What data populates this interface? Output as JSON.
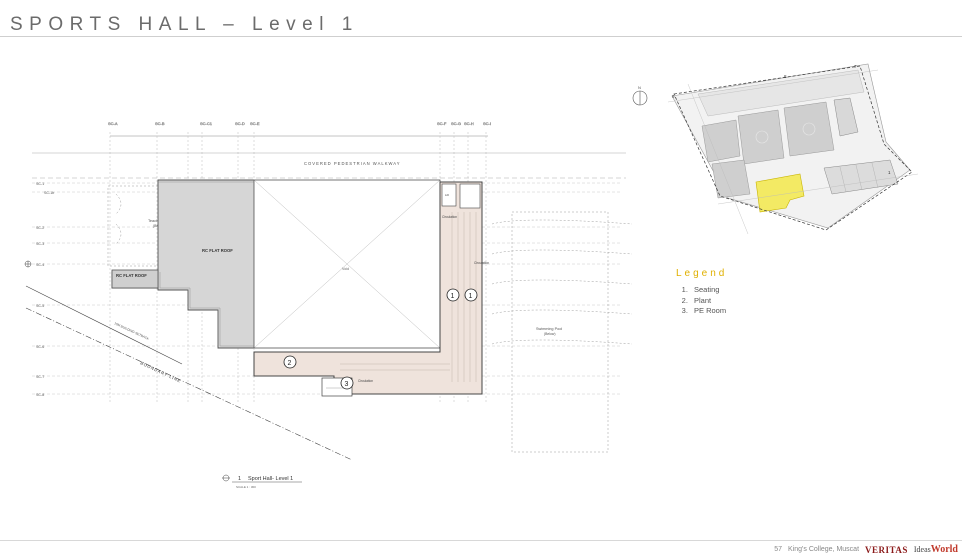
{
  "page": {
    "title": "SPORTS HALL – Level 1"
  },
  "plan": {
    "walkway_label": "COVERED PEDESTRIAN WALKWAY",
    "roof_label_1": "RC FLAT ROOF",
    "roof_label_2": "RC FLAT ROOF",
    "teaching_pool_label": "Teaching Pool",
    "teaching_pool_sub": "(Below)",
    "swimming_pool_label": "Swimming Pool",
    "swimming_pool_sub": "(Below)",
    "boundary_label": "BOUNDARY LINE",
    "setback_label": "10M BUILDING SETBACK",
    "circulation_label_1": "Circulation",
    "circulation_label_2": "Circulation",
    "circulation_label_3": "Circulation",
    "void_label": "Void",
    "lift_label": "Lift",
    "markers": [
      "1",
      "1",
      "2",
      "3"
    ],
    "grid_top": [
      "SC-A",
      "SC-B",
      "SC-C1",
      "SC-D",
      "SC-E",
      "SC-F",
      "SC-G",
      "SC-H",
      "SC-I"
    ],
    "grid_left": [
      "SC-1",
      "SC-1b",
      "SC-2",
      "SC-3",
      "SC-4",
      "SC-5",
      "SC-6",
      "SC-7",
      "SC-8"
    ],
    "drawing_number": "1",
    "drawing_title": "Sport Hall- Level 1",
    "drawing_scale": "SCALE 1 : 300"
  },
  "site_map": {
    "north_label": "N",
    "numbers": [
      "7",
      "8",
      "9",
      "1"
    ]
  },
  "legend": {
    "title": "Legend",
    "items": [
      "Seating",
      "Plant",
      "PE Room"
    ]
  },
  "footer": {
    "page_number": "57",
    "project": "King's College, Muscat",
    "logo_1": "VERITAS",
    "logo_2_prefix": "Ideas",
    "logo_2_suffix": "World"
  },
  "colors": {
    "accent": "#e0b000",
    "highlight": "#f3ea64",
    "roof_fill": "#d6d6d6",
    "circulation_fill": "#efe3dc"
  }
}
